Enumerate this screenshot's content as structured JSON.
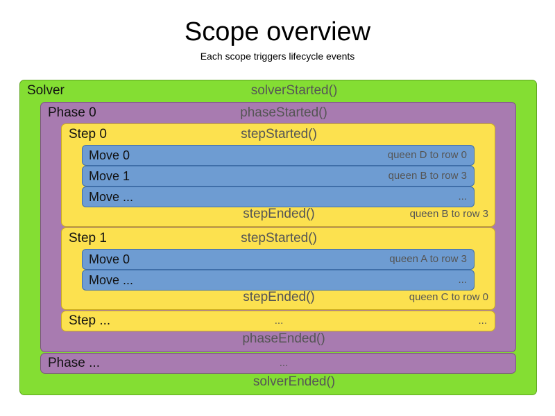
{
  "title": "Scope overview",
  "subtitle": "Each scope triggers lifecycle events",
  "colors": {
    "solver": "#84DE33",
    "phase": "#A87BB0",
    "step": "#FCE14F",
    "move": "#6E9CD2",
    "label_text": "#555555",
    "name_text": "#111111",
    "background": "#ffffff"
  },
  "solver": {
    "name": "Solver",
    "started_event": "solverStarted()",
    "ended_event": "solverEnded()",
    "phase0": {
      "name": "Phase 0",
      "started_event": "phaseStarted()",
      "ended_event": "phaseEnded()",
      "step0": {
        "name": "Step 0",
        "started_event": "stepStarted()",
        "ended_event": "stepEnded()",
        "ended_detail": "queen B to row 3",
        "moves": [
          {
            "name": "Move 0",
            "detail": "queen D to row 0"
          },
          {
            "name": "Move 1",
            "detail": "queen B to row 3"
          },
          {
            "name": "Move ...",
            "detail": "..."
          }
        ]
      },
      "step1": {
        "name": "Step 1",
        "started_event": "stepStarted()",
        "ended_event": "stepEnded()",
        "ended_detail": "queen C to row 0",
        "moves": [
          {
            "name": "Move 0",
            "detail": "queen A to row 3"
          },
          {
            "name": "Move ...",
            "detail": "..."
          }
        ]
      },
      "step_more": {
        "name": "Step ...",
        "middle": "...",
        "right": "..."
      }
    },
    "phase_more": {
      "name": "Phase ...",
      "middle": "..."
    }
  }
}
